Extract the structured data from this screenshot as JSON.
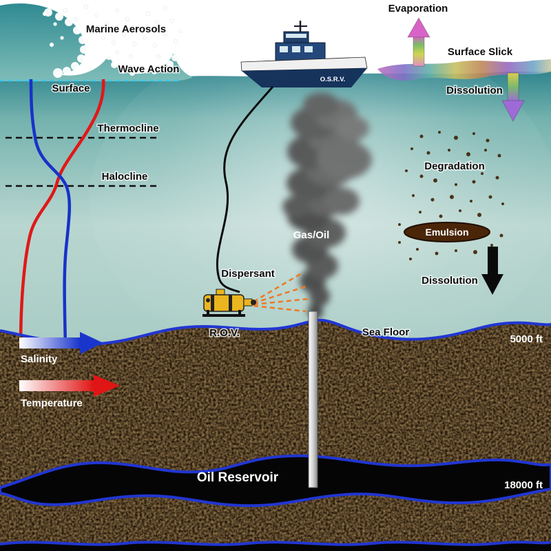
{
  "labels": {
    "marine_aerosols": "Marine Aerosols",
    "wave_action": "Wave Action",
    "surface": "Surface",
    "thermocline": "Thermocline",
    "halocline": "Halocline",
    "evaporation": "Evaporation",
    "surface_slick": "Surface Slick",
    "dissolution_surface": "Dissolution",
    "degradation": "Degradation",
    "emulsion": "Emulsion",
    "dissolution_deep": "Dissolution",
    "gas_oil": "Gas/Oil",
    "dispersant": "Dispersant",
    "rov": "R.O.V.",
    "vessel_name": "O.S.R.V.",
    "sea_floor": "Sea Floor",
    "salinity": "Salinity",
    "temperature": "Temperature",
    "oil_reservoir": "Oil Reservoir"
  },
  "depths": {
    "sea_floor": "5000 ft",
    "reservoir": "18000 ft"
  },
  "colors": {
    "temperature_line": "#e01818",
    "salinity_line": "#1832c8",
    "layer_outline": "#2136d2",
    "rov_body": "#eab51e",
    "spray": "#f07820",
    "ocean_deep": "#6aa49d",
    "sediment_base": "#1a0f04"
  }
}
